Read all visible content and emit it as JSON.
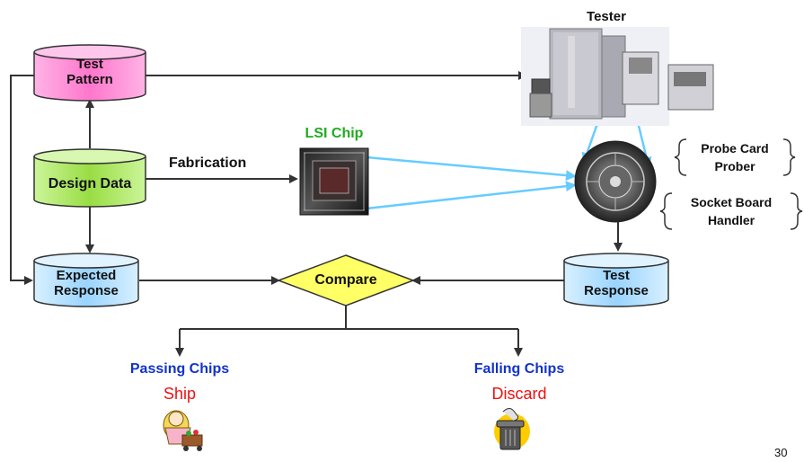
{
  "nodes": {
    "test_pattern": "Test\nPattern",
    "design_data": "Design Data",
    "expected_response": "Expected\nResponse",
    "compare": "Compare",
    "test_response": "Test\nResponse",
    "lsi_chip": "LSI Chip",
    "tester": "Tester",
    "fabrication": "Fabrication"
  },
  "probe_group": {
    "line1": "Probe Card",
    "line2": "Prober"
  },
  "socket_group": {
    "line1": "Socket Board",
    "line2": "Handler"
  },
  "outcomes": {
    "pass_title": "Passing Chips",
    "pass_action": "Ship",
    "fail_title": "Falling Chips",
    "fail_action": "Discard"
  },
  "page_number": "30",
  "icons": [
    "tester-machine-icon",
    "lsi-chip-icon",
    "probe-card-icon",
    "shopper-icon",
    "trash-can-icon"
  ],
  "colors": {
    "pink": "#ff99dd",
    "green": "#aaee66",
    "blue": "#aaddff",
    "yellow": "#ffff66",
    "label_green": "#22aa22",
    "label_blue": "#1133cc",
    "label_red": "#ee1111",
    "light_arrow": "#66ccff"
  }
}
